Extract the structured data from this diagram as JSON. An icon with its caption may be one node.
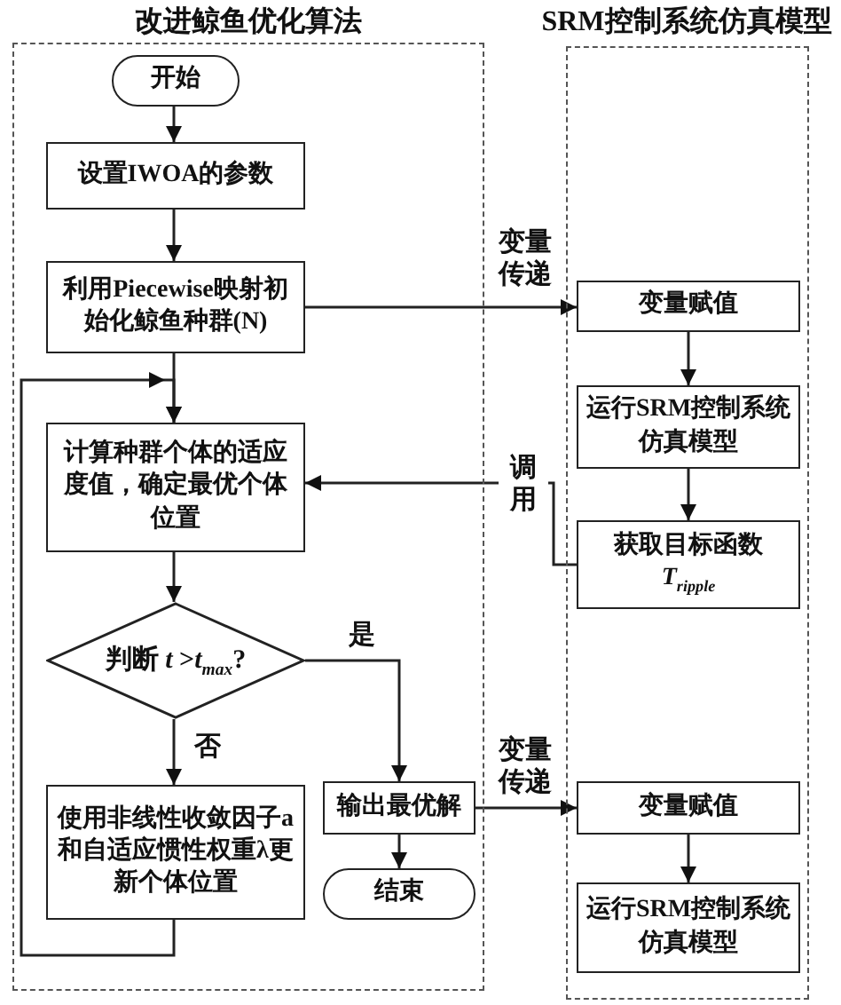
{
  "diagram": {
    "nodes": [
      {
        "text": [
          "改进鲸鱼优化算法"
        ]
      },
      {
        "text": [
          "SRM控制系统仿真模型"
        ]
      },
      {
        "text": [
          "开始"
        ],
        "in": 0
      },
      {
        "text": [
          "设置IWOA的参数"
        ],
        "in": 0
      },
      {
        "text": [
          "利用Piecewise映射初始化鲸鱼种群(N)"
        ],
        "in": 0
      },
      {
        "text": [
          "计算种群个体的适应度值，确定最优个体位置"
        ],
        "in": 0
      },
      {
        "text": [
          "判断 *t* >*t*$_{max}$?"
        ],
        "in": 0
      },
      {
        "text": [
          "使用非线性收敛因子a和自适应惯性权重λ更新个体位置"
        ],
        "in": 0
      },
      {
        "text": [
          "输出最优解"
        ],
        "in": 0
      },
      {
        "text": [
          "结束"
        ],
        "in": 0
      },
      {
        "text": [
          "变量赋值"
        ],
        "in": 1
      },
      {
        "text": [
          "运行SRM控制系统仿真模型"
        ],
        "in": 1
      },
      {
        "text": [
          "获取目标函数",
          "*T*$_{ripple}$"
        ],
        "in": 1
      },
      {
        "text": [
          "变量赋值"
        ],
        "in": 1
      },
      {
        "text": [
          "运行SRM控制系统仿真模型"
        ],
        "in": 1
      }
    ],
    "edges": [
      {
        "from": 2,
        "to": 3,
        "arrow": "to"
      },
      {
        "from": 3,
        "to": 4,
        "arrow": "to"
      },
      {
        "from": 4,
        "to": 5,
        "arrow": "to"
      },
      {
        "from": 4,
        "to": 10,
        "arrow": "to",
        "label": "变量传递"
      },
      {
        "from": 10,
        "to": 11,
        "arrow": "to"
      },
      {
        "from": 11,
        "to": 12,
        "arrow": "to"
      },
      {
        "from": 12,
        "to": 5,
        "arrow": "to",
        "label": "调用"
      },
      {
        "from": 5,
        "to": 6,
        "arrow": "to"
      },
      {
        "from": 6,
        "to": 8,
        "arrow": "to",
        "label": "是"
      },
      {
        "from": 6,
        "to": 7,
        "arrow": "to",
        "label": "否"
      },
      {
        "from": 7,
        "to": 5,
        "arrow": "to"
      },
      {
        "from": 8,
        "to": 9,
        "arrow": "to"
      },
      {
        "from": 8,
        "to": 13,
        "arrow": "to",
        "label": "变量传递"
      },
      {
        "from": 13,
        "to": 14,
        "arrow": "to"
      }
    ]
  }
}
